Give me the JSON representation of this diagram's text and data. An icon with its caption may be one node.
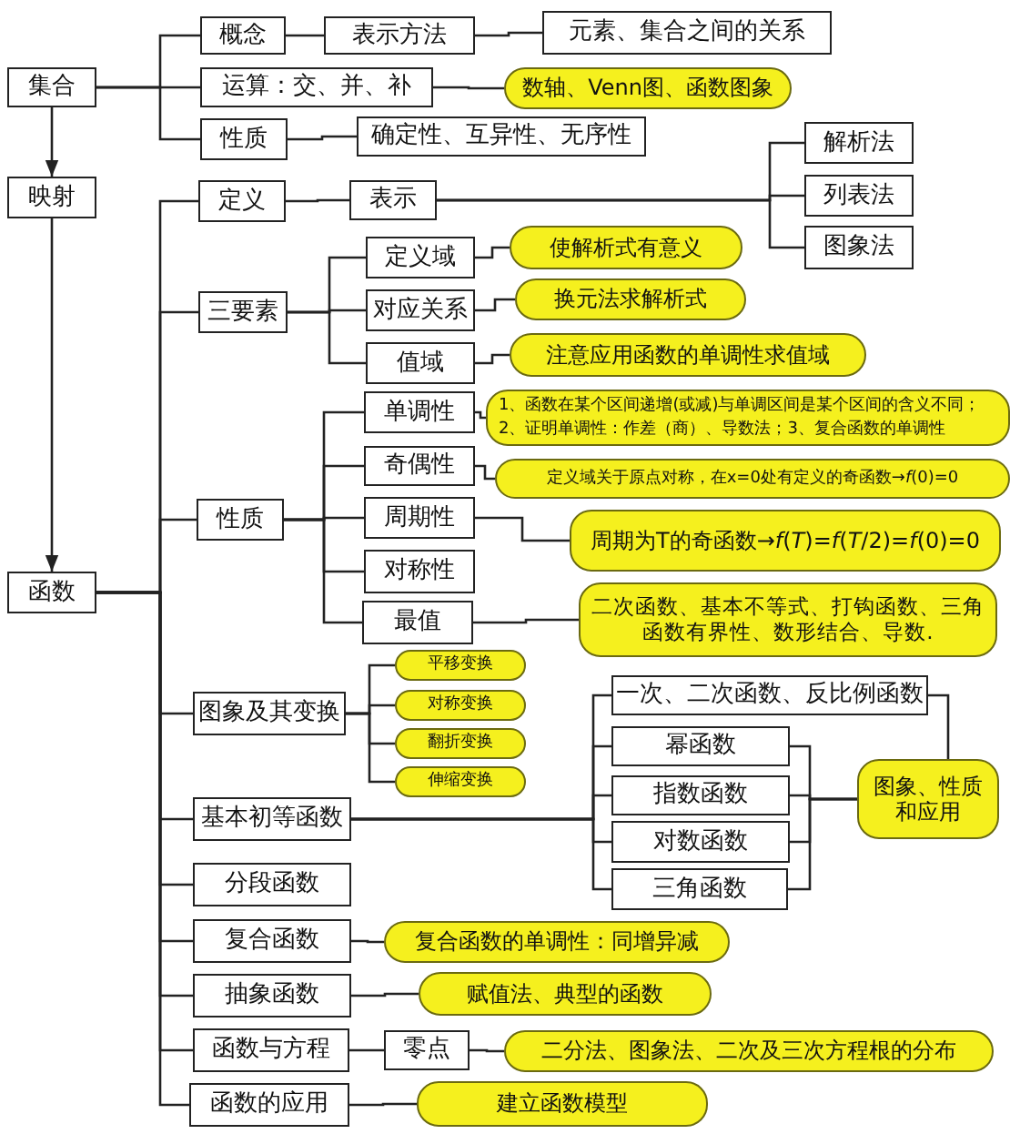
{
  "diagram": {
    "nodes": [
      {
        "text": [
          "集合"
        ]
      },
      {
        "text": [
          "概念"
        ]
      },
      {
        "text": [
          "表示方法"
        ]
      },
      {
        "text": [
          "元素、集合之间的关系"
        ]
      },
      {
        "text": [
          "运算：交、并、补"
        ]
      },
      {
        "text": [
          "数轴、Venn图、函数图象"
        ]
      },
      {
        "text": [
          "性质"
        ]
      },
      {
        "text": [
          "确定性、互异性、无序性"
        ]
      },
      {
        "text": [
          "映射"
        ]
      },
      {
        "text": [
          "函数"
        ]
      },
      {
        "text": [
          "定义"
        ]
      },
      {
        "text": [
          "表示"
        ]
      },
      {
        "text": [
          "解析法"
        ]
      },
      {
        "text": [
          "列表法"
        ]
      },
      {
        "text": [
          "图象法"
        ]
      },
      {
        "text": [
          "三要素"
        ]
      },
      {
        "text": [
          "定义域"
        ]
      },
      {
        "text": [
          "使解析式有意义"
        ]
      },
      {
        "text": [
          "对应关系"
        ]
      },
      {
        "text": [
          "换元法求解析式"
        ]
      },
      {
        "text": [
          "值域"
        ]
      },
      {
        "text": [
          "注意应用函数的单调性求值域"
        ]
      },
      {
        "text": [
          "性质"
        ]
      },
      {
        "text": [
          "单调性"
        ]
      },
      {
        "text": [
          "1、函数在某个区间递增(或减)与单调区间是某个区间的含义不同；2、证明单调性：作差（商）、导数法；3、复合函数的单调性"
        ]
      },
      {
        "text": [
          "奇偶性"
        ]
      },
      {
        "text": [
          "定义域关于原点对称，在x=0处有定义的奇函数→*f*(0)=0"
        ]
      },
      {
        "text": [
          "周期性"
        ]
      },
      {
        "text": [
          "周期为T的奇函数→*f*(*T*)=*f*(*T*/2)=*f*(0)=0"
        ]
      },
      {
        "text": [
          "对称性"
        ]
      },
      {
        "text": [
          "最值"
        ]
      },
      {
        "text": [
          "二次函数、基本不等式、打钩函数、三角函数有界性、数形结合、导数."
        ]
      },
      {
        "text": [
          "图象及其变换"
        ]
      },
      {
        "text": [
          "平移变换"
        ]
      },
      {
        "text": [
          "对称变换"
        ]
      },
      {
        "text": [
          "翻折变换"
        ]
      },
      {
        "text": [
          "伸缩变换"
        ]
      },
      {
        "text": [
          "基本初等函数"
        ]
      },
      {
        "text": [
          "一次、二次函数、反比例函数"
        ]
      },
      {
        "text": [
          "幂函数"
        ]
      },
      {
        "text": [
          "指数函数"
        ]
      },
      {
        "text": [
          "对数函数"
        ]
      },
      {
        "text": [
          "三角函数"
        ]
      },
      {
        "text": [
          "图象、性质和应用"
        ]
      },
      {
        "text": [
          "分段函数"
        ]
      },
      {
        "text": [
          "复合函数"
        ]
      },
      {
        "text": [
          "复合函数的单调性：同增异减"
        ]
      },
      {
        "text": [
          "抽象函数"
        ]
      },
      {
        "text": [
          "赋值法、典型的函数"
        ]
      },
      {
        "text": [
          "函数与方程"
        ]
      },
      {
        "text": [
          "零点"
        ]
      },
      {
        "text": [
          "二分法、图象法、二次及三次方程根的分布"
        ]
      },
      {
        "text": [
          "函数的应用"
        ]
      },
      {
        "text": [
          "建立函数模型"
        ]
      }
    ],
    "edges": [
      {
        "from": 0,
        "to": 1,
        "arrow": "none"
      },
      {
        "from": 0,
        "to": 4,
        "arrow": "none"
      },
      {
        "from": 0,
        "to": 6,
        "arrow": "none"
      },
      {
        "from": 1,
        "to": 2,
        "arrow": "none"
      },
      {
        "from": 2,
        "to": 3,
        "arrow": "none"
      },
      {
        "from": 4,
        "to": 5,
        "arrow": "none"
      },
      {
        "from": 6,
        "to": 7,
        "arrow": "none"
      },
      {
        "from": 0,
        "to": 8,
        "arrow": "to"
      },
      {
        "from": 8,
        "to": 9,
        "arrow": "to"
      },
      {
        "from": 9,
        "to": 10,
        "arrow": "none"
      },
      {
        "from": 9,
        "to": 15,
        "arrow": "none"
      },
      {
        "from": 9,
        "to": 22,
        "arrow": "none"
      },
      {
        "from": 9,
        "to": 32,
        "arrow": "none"
      },
      {
        "from": 9,
        "to": 37,
        "arrow": "none"
      },
      {
        "from": 9,
        "to": 44,
        "arrow": "none"
      },
      {
        "from": 9,
        "to": 45,
        "arrow": "none"
      },
      {
        "from": 9,
        "to": 47,
        "arrow": "none"
      },
      {
        "from": 9,
        "to": 49,
        "arrow": "none"
      },
      {
        "from": 9,
        "to": 52,
        "arrow": "none"
      },
      {
        "from": 10,
        "to": 11,
        "arrow": "none"
      },
      {
        "from": 11,
        "to": 12,
        "arrow": "none"
      },
      {
        "from": 11,
        "to": 13,
        "arrow": "none"
      },
      {
        "from": 11,
        "to": 14,
        "arrow": "none"
      },
      {
        "from": 15,
        "to": 16,
        "arrow": "none"
      },
      {
        "from": 15,
        "to": 18,
        "arrow": "none"
      },
      {
        "from": 15,
        "to": 20,
        "arrow": "none"
      },
      {
        "from": 16,
        "to": 17,
        "arrow": "none"
      },
      {
        "from": 18,
        "to": 19,
        "arrow": "none"
      },
      {
        "from": 20,
        "to": 21,
        "arrow": "none"
      },
      {
        "from": 22,
        "to": 23,
        "arrow": "none"
      },
      {
        "from": 22,
        "to": 25,
        "arrow": "none"
      },
      {
        "from": 22,
        "to": 27,
        "arrow": "none"
      },
      {
        "from": 22,
        "to": 29,
        "arrow": "none"
      },
      {
        "from": 22,
        "to": 30,
        "arrow": "none"
      },
      {
        "from": 23,
        "to": 24,
        "arrow": "none"
      },
      {
        "from": 25,
        "to": 26,
        "arrow": "none"
      },
      {
        "from": 27,
        "to": 28,
        "arrow": "none"
      },
      {
        "from": 30,
        "to": 31,
        "arrow": "none"
      },
      {
        "from": 32,
        "to": 33,
        "arrow": "none"
      },
      {
        "from": 32,
        "to": 34,
        "arrow": "none"
      },
      {
        "from": 32,
        "to": 35,
        "arrow": "none"
      },
      {
        "from": 32,
        "to": 36,
        "arrow": "none"
      },
      {
        "from": 37,
        "to": 38,
        "arrow": "none"
      },
      {
        "from": 37,
        "to": 39,
        "arrow": "none"
      },
      {
        "from": 37,
        "to": 40,
        "arrow": "none"
      },
      {
        "from": 37,
        "to": 41,
        "arrow": "none"
      },
      {
        "from": 37,
        "to": 42,
        "arrow": "none"
      },
      {
        "from": 38,
        "to": 43,
        "arrow": "none"
      },
      {
        "from": 39,
        "to": 43,
        "arrow": "none"
      },
      {
        "from": 40,
        "to": 43,
        "arrow": "none"
      },
      {
        "from": 41,
        "to": 43,
        "arrow": "none"
      },
      {
        "from": 42,
        "to": 43,
        "arrow": "none"
      },
      {
        "from": 45,
        "to": 46,
        "arrow": "none"
      },
      {
        "from": 47,
        "to": 48,
        "arrow": "none"
      },
      {
        "from": 49,
        "to": 50,
        "arrow": "none"
      },
      {
        "from": 50,
        "to": 51,
        "arrow": "none"
      },
      {
        "from": 52,
        "to": 53,
        "arrow": "none"
      }
    ]
  }
}
